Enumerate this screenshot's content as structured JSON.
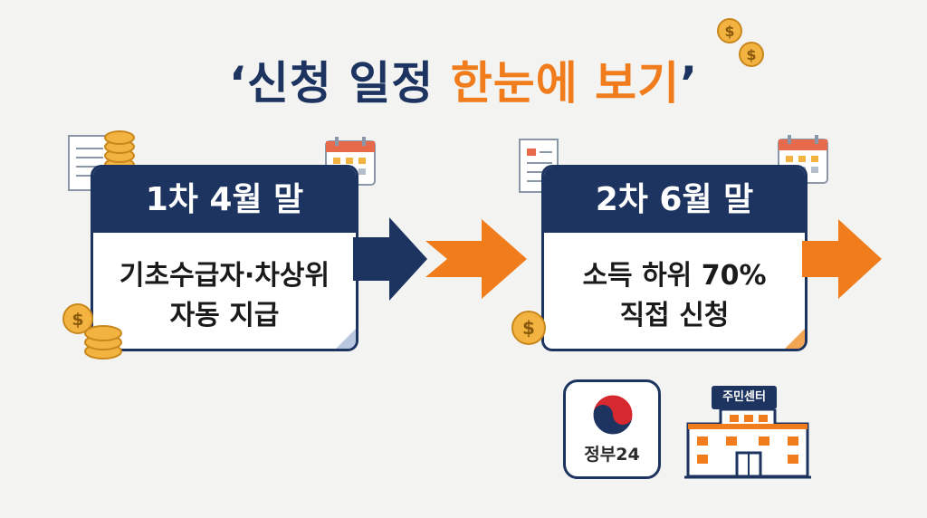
{
  "title": {
    "open_quote": "‘",
    "part1": "신청 일정 ",
    "part2": "한눈에 보기",
    "close_quote": "’"
  },
  "steps": [
    {
      "header": "1차 4월 말",
      "line1": "기초수급자·차상위",
      "line2": "자동 지급"
    },
    {
      "header": "2차 6월 말",
      "line1": "소득 하위 70%",
      "line2": "직접 신청"
    }
  ],
  "gov24_label": "정부24",
  "community_center_label": "주민센터",
  "colors": {
    "navy": "#1d3461",
    "orange": "#f07c1c",
    "coin": "#f2b341"
  }
}
